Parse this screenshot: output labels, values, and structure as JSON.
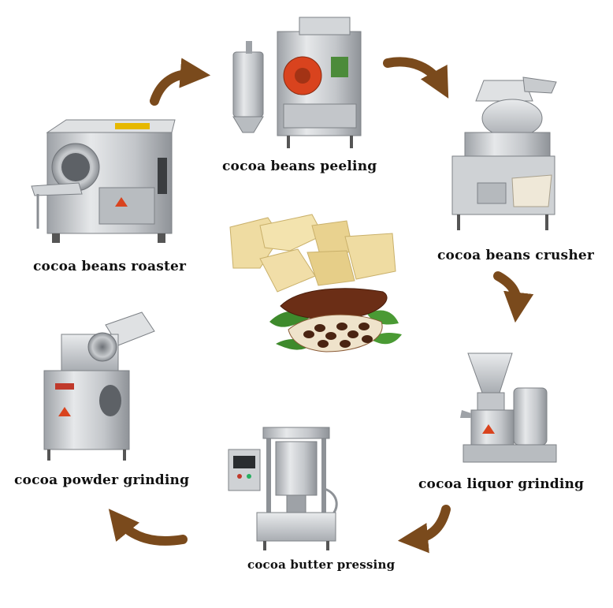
{
  "diagram": {
    "steps": [
      {
        "id": "roaster",
        "label": "cocoa beans roaster"
      },
      {
        "id": "peeling",
        "label": "cocoa beans peeling"
      },
      {
        "id": "crusher",
        "label": "cocoa beans crusher"
      },
      {
        "id": "liquor",
        "label": "cocoa liquor grinding"
      },
      {
        "id": "pressing",
        "label": "cocoa butter pressing"
      },
      {
        "id": "powder",
        "label": "cocoa powder grinding"
      }
    ]
  },
  "colors": {
    "arrow": "#7a4a1c",
    "steel": "#c9ccd0",
    "steel_dark": "#8e9297",
    "cocoa_butter": "#ecd79a",
    "cocoa_pod": "#6b2e16",
    "leaf": "#3e8a2c",
    "accent_red": "#d9431e"
  }
}
